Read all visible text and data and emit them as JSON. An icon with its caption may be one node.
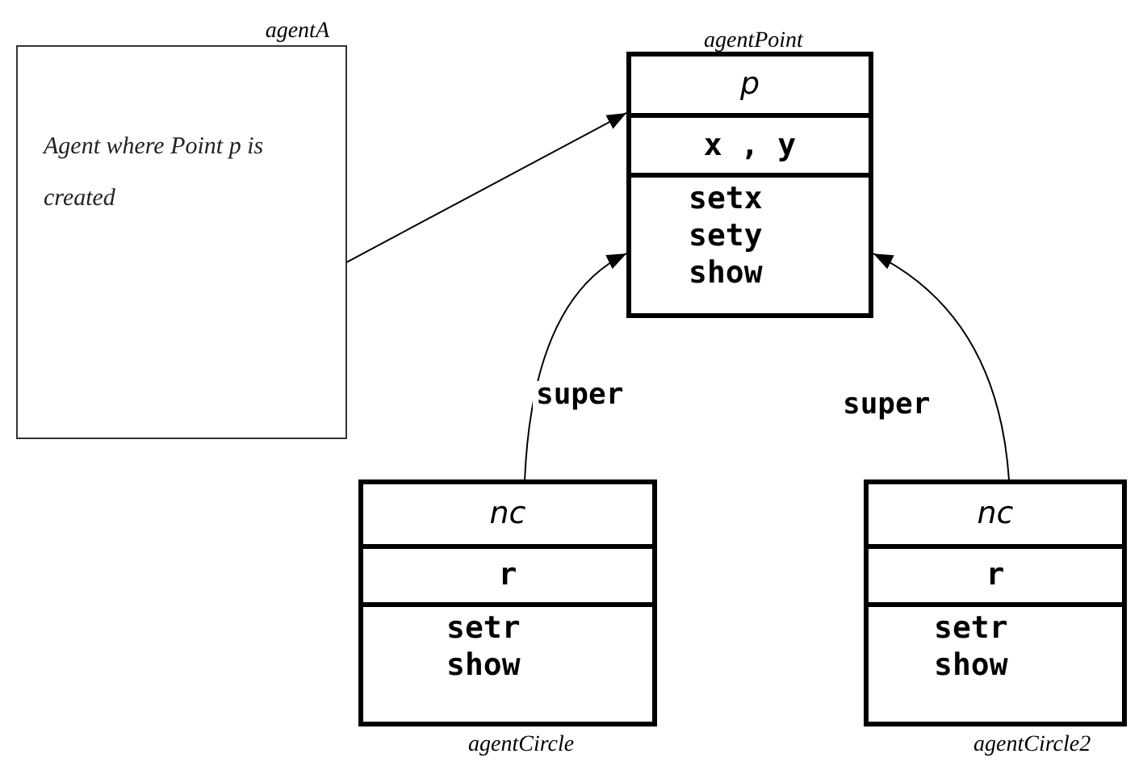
{
  "diagram": {
    "nodes": [
      {
        "text": [
          "agentA",
          "Agent where Point p  is created"
        ]
      },
      {
        "text": [
          "agentPoint",
          "p",
          "x , y",
          "setx sety show"
        ]
      },
      {
        "text": [
          "nc",
          "r",
          "setr show",
          "agentCircle"
        ]
      },
      {
        "text": [
          "nc",
          "r",
          "setr show",
          "agentCircle2"
        ]
      }
    ],
    "edges": [
      {
        "from": 0,
        "to": 1,
        "arrow": "to"
      },
      {
        "from": 2,
        "to": 1,
        "arrow": "to",
        "label": "super"
      },
      {
        "from": 3,
        "to": 1,
        "arrow": "to",
        "label": "super"
      }
    ]
  }
}
